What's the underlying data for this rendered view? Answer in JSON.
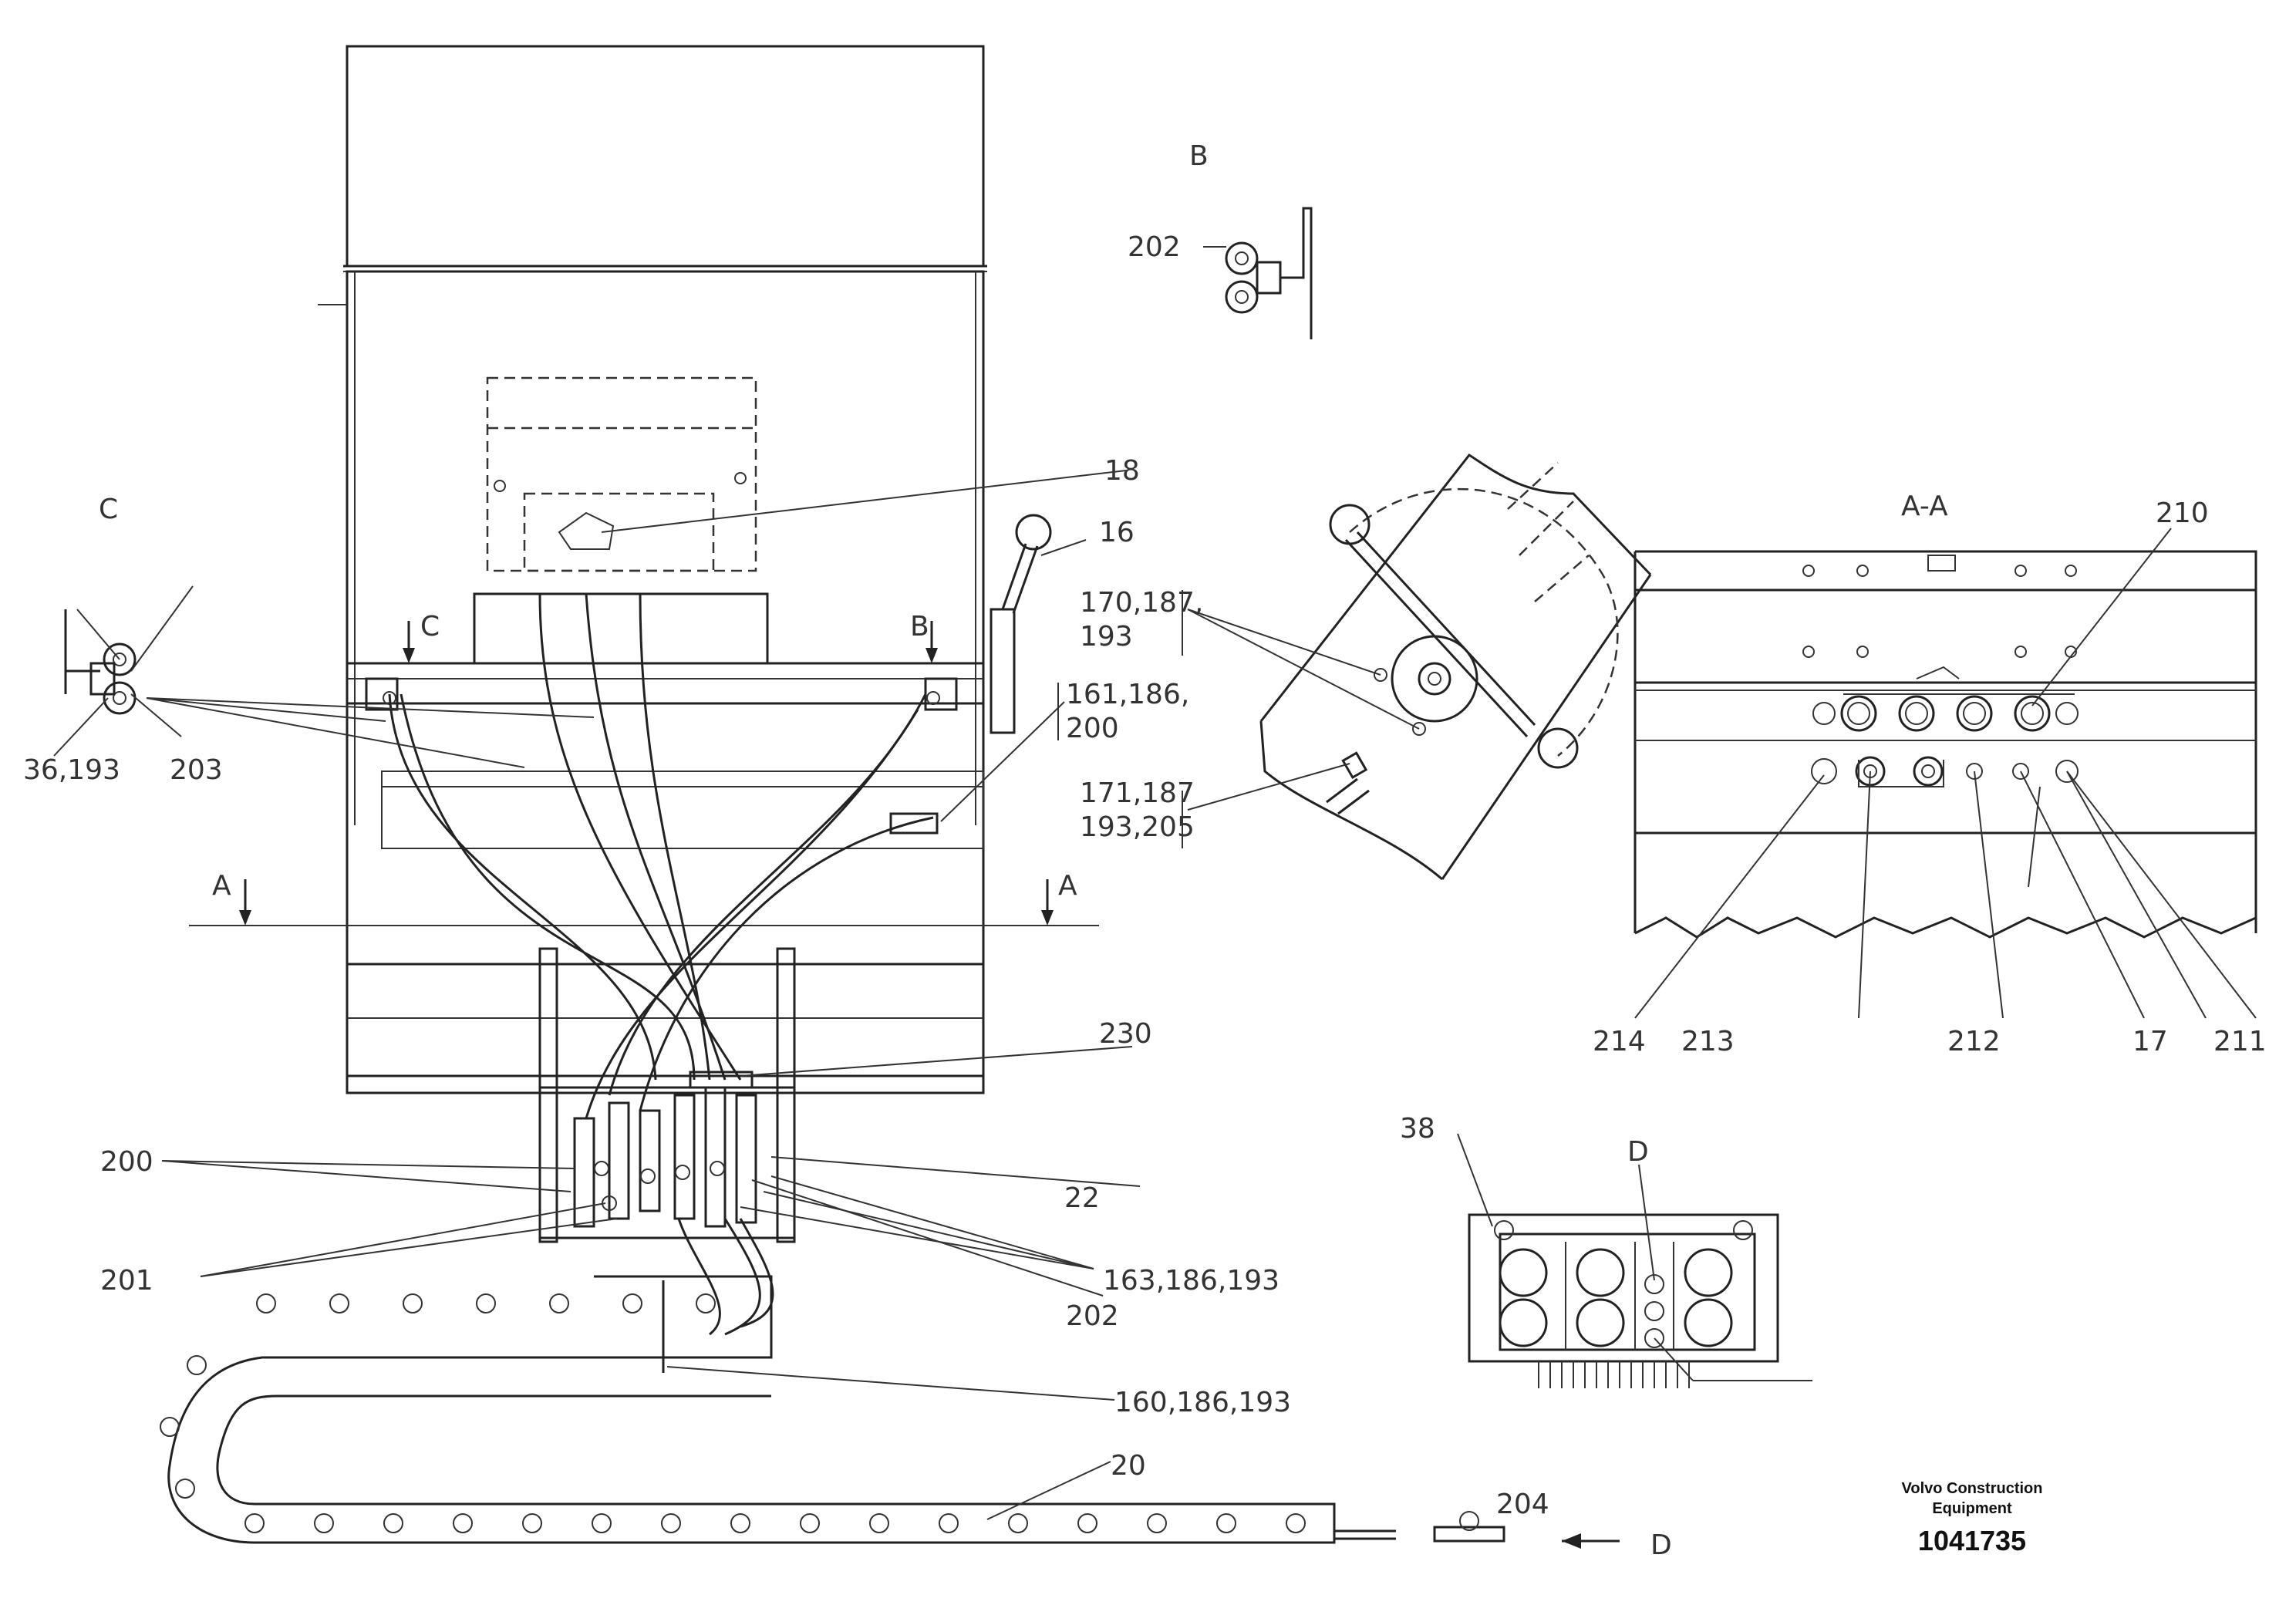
{
  "sections": {
    "a": "A",
    "b": "B",
    "c": "C",
    "d": "D",
    "aa": "A-A"
  },
  "callouts": {
    "c16": "16",
    "c17": "17",
    "c18": "18",
    "c20": "20",
    "c22": "22",
    "c38": "38",
    "c170a": "170,187,",
    "c170b": "193",
    "c161a": "161,186,",
    "c161b": "200",
    "c171a": "171,187",
    "c171b": "193,205",
    "c36": "36,193",
    "c160": "160,186,193",
    "c163": "163,186,193",
    "c200": "200",
    "c201": "201",
    "c202": "202",
    "c203": "203",
    "c204": "204",
    "c210": "210",
    "c211": "211",
    "c212": "212",
    "c213": "213",
    "c214": "214",
    "c230": "230"
  },
  "footer": {
    "brand_line1": "Volvo Construction",
    "brand_line2": "Equipment",
    "drawing_number": "1041735"
  }
}
